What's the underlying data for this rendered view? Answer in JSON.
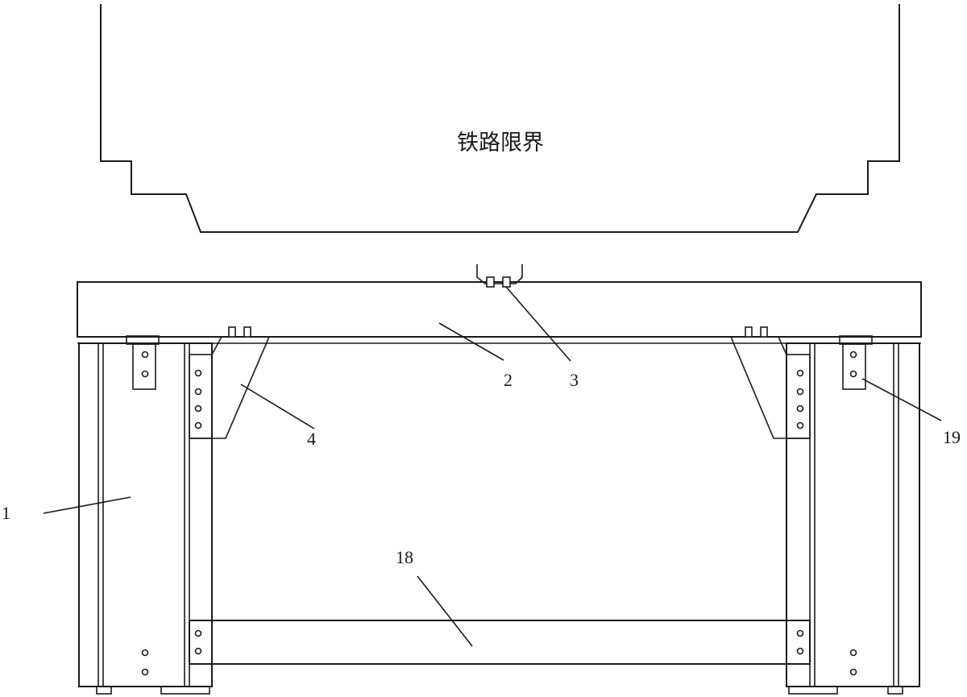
{
  "clearance_label": "铁路限界",
  "labels": {
    "l1": "1",
    "l2": "2",
    "l3": "3",
    "l4": "4",
    "l18": "18",
    "l19": "19"
  }
}
